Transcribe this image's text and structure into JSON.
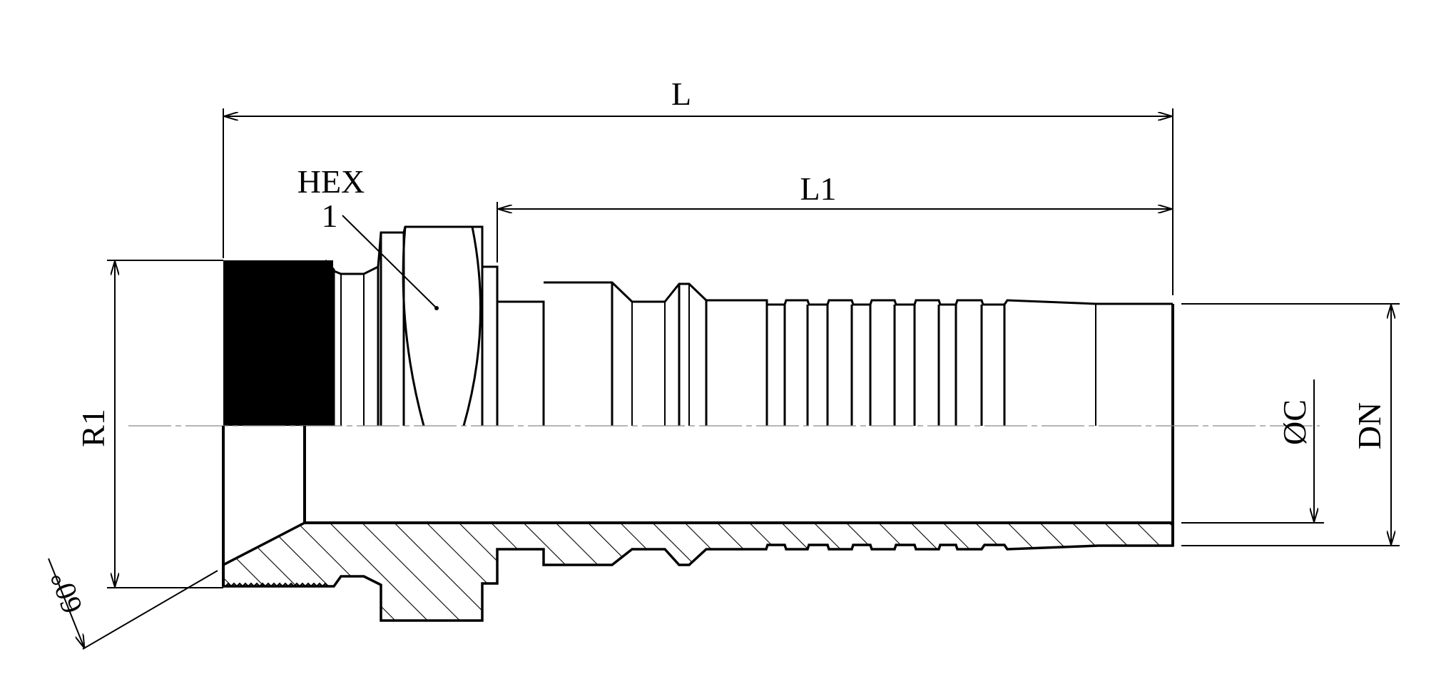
{
  "labels": {
    "overall_length": "L",
    "tail_length": "L1",
    "hex_label": "HEX",
    "hex_callout": "1",
    "thread_label": "R1",
    "bore_label": "ØC",
    "nominal_label": "DN",
    "angle_label": "60°"
  },
  "colors": {
    "line": "#000000",
    "background": "#ffffff",
    "centerline": "#8a8a8a"
  }
}
